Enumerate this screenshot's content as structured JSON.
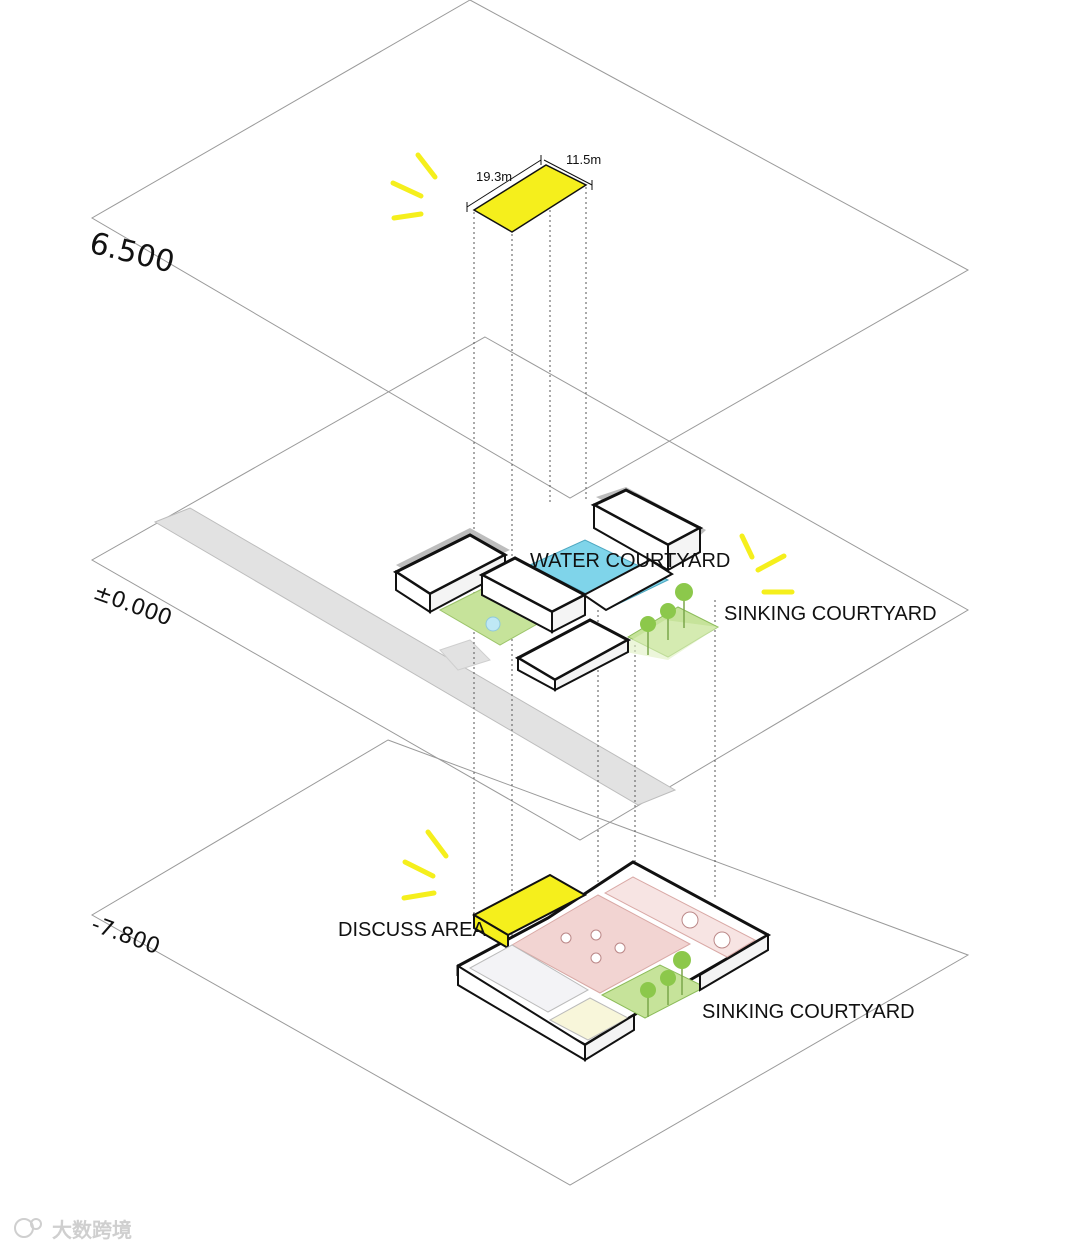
{
  "levels": {
    "top": "6.500",
    "middle": "±0.000",
    "bottom": "-7.800"
  },
  "dimensions": {
    "length": "19.3m",
    "width": "11.5m"
  },
  "labels": {
    "water_courtyard": "WATER COURTYARD",
    "sinking_courtyard_ground": "SINKING COURTYARD",
    "discuss_area": "DISCUSS AREA",
    "sinking_courtyard_basement": "SINKING COURTYARD"
  },
  "watermark": "大数跨境",
  "colors": {
    "highlight_yellow": "#f5ef1c",
    "water_blue": "#7fd4ea",
    "courtyard_green": "#c6e39a",
    "tree_green": "#8cc84b",
    "road_gray": "#e2e2e2",
    "shadow_gray": "#bdbdbd",
    "hall_pink": "#f2d4d2",
    "line": "#111111"
  }
}
